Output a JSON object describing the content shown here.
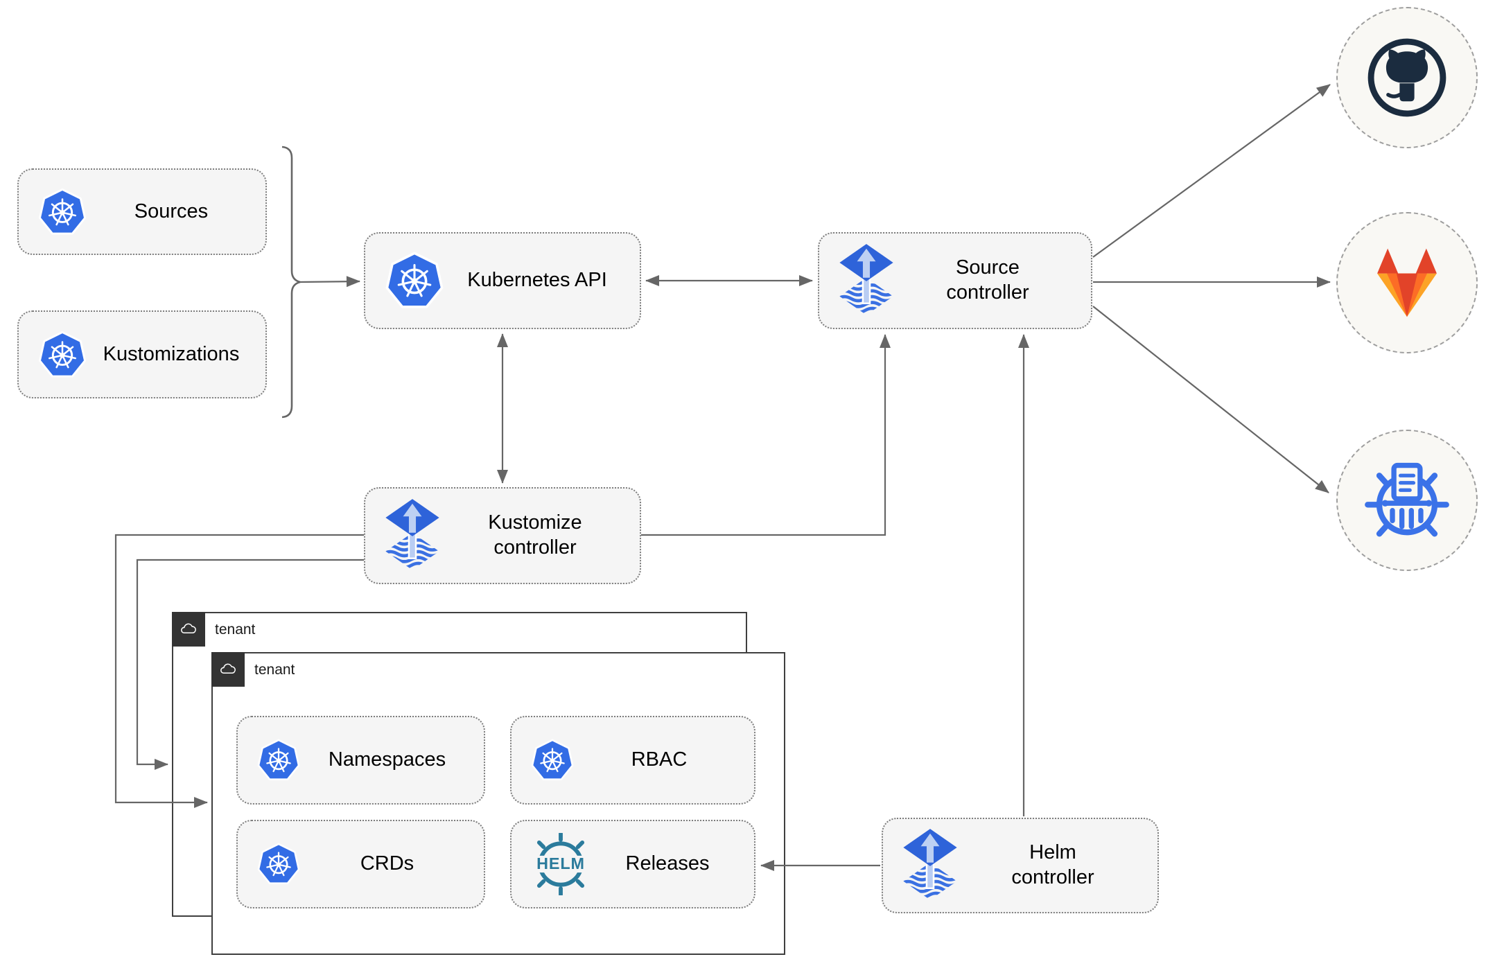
{
  "diagram": {
    "nodes": {
      "sources": {
        "label": "Sources",
        "icon": "kubernetes-icon"
      },
      "kustomizations": {
        "label": "Kustomizations",
        "icon": "kubernetes-icon"
      },
      "kubernetes_api": {
        "label": "Kubernetes API",
        "icon": "kubernetes-icon"
      },
      "source_controller": {
        "label": "Source controller",
        "icon": "flux-icon"
      },
      "kustomize_controller": {
        "label": "Kustomize controller",
        "icon": "flux-icon"
      },
      "helm_controller": {
        "label": "Helm controller",
        "icon": "flux-icon"
      },
      "namespaces": {
        "label": "Namespaces",
        "icon": "kubernetes-icon"
      },
      "rbac": {
        "label": "RBAC",
        "icon": "kubernetes-icon"
      },
      "crds": {
        "label": "CRDs",
        "icon": "kubernetes-icon"
      },
      "releases": {
        "label": "Releases",
        "icon": "helm-icon"
      }
    },
    "tenants": [
      {
        "label": "tenant",
        "icon": "cloud-icon"
      },
      {
        "label": "tenant",
        "icon": "cloud-icon"
      }
    ],
    "external_systems": [
      {
        "icon": "github-icon"
      },
      {
        "icon": "gitlab-icon"
      },
      {
        "icon": "harbor-registry-icon"
      }
    ],
    "edges": [
      {
        "from": "sources+kustomizations",
        "to": "kubernetes_api",
        "style": "arrow"
      },
      {
        "from": "kubernetes_api",
        "to": "source_controller",
        "style": "double-arrow"
      },
      {
        "from": "kubernetes_api",
        "to": "kustomize_controller",
        "style": "double-arrow"
      },
      {
        "from": "kustomize_controller",
        "to": "source_controller",
        "style": "arrow"
      },
      {
        "from": "kustomize_controller",
        "to": "tenant-inner",
        "style": "arrow"
      },
      {
        "from": "kustomize_controller",
        "to": "tenant-outer",
        "style": "arrow"
      },
      {
        "from": "helm_controller",
        "to": "source_controller",
        "style": "arrow"
      },
      {
        "from": "helm_controller",
        "to": "releases",
        "style": "arrow"
      },
      {
        "from": "source_controller",
        "to": "github",
        "style": "arrow"
      },
      {
        "from": "source_controller",
        "to": "gitlab",
        "style": "arrow"
      },
      {
        "from": "source_controller",
        "to": "harbor-registry",
        "style": "arrow"
      }
    ],
    "colors": {
      "kubernetes_blue": "#326ce5",
      "flux_blue": "#2e63d9",
      "flux_arrow_light": "#bdd0f3",
      "helm_teal": "#2b7b9c",
      "github_dark": "#1b2c3f",
      "gitlab_red": "#e24329",
      "gitlab_orange": "#fc6d26",
      "gitlab_light_orange": "#fca326",
      "registry_blue": "#3b72e8",
      "edge_gray": "#666666",
      "node_fill": "#f5f5f5",
      "node_border": "#7d7d7d",
      "tenant_header": "#333333",
      "tenant_border": "#3f3f3f",
      "circle_fill": "#f9f8f4"
    }
  }
}
